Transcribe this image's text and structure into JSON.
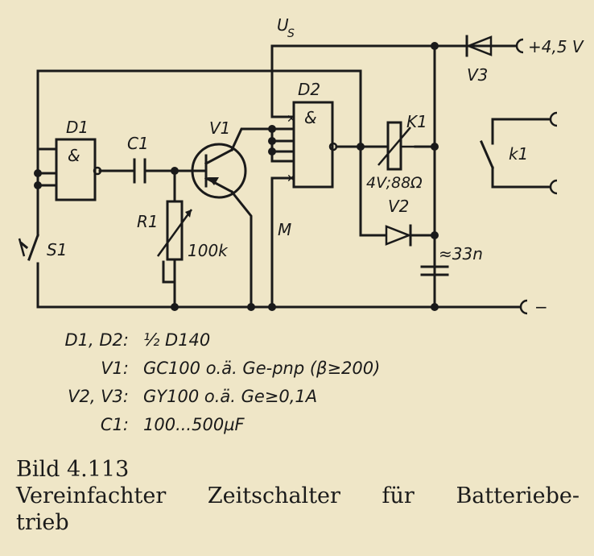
{
  "labels": {
    "us": "U",
    "us_sub": "S",
    "supply_pos": "+4,5 V",
    "supply_neg": "−",
    "d1": "D1",
    "d2": "D2",
    "gate_and": "&",
    "c1": "C1",
    "v1": "V1",
    "r1": "R1",
    "r1_value": "100k",
    "s1": "S1",
    "m": "M",
    "k1": "K1",
    "k1_value": "4V;88Ω",
    "k1_contact": "k1",
    "v2": "V2",
    "v3": "V3",
    "cap_value": "≈33n"
  },
  "legend": [
    {
      "key": "D1, D2:",
      "value": "½ D140"
    },
    {
      "key": "V1:",
      "value": "GC100 o.ä. Ge-pnp (β≥200)"
    },
    {
      "key": "V2, V3:",
      "value": "GY100 o.ä. Ge≥0,1A"
    },
    {
      "key": "C1:",
      "value": "100...500µF"
    }
  ],
  "caption": {
    "number": "Bild 4.113",
    "line1": "Vereinfachter Zeitschalter für Batteriebe-",
    "line2": "trieb"
  }
}
